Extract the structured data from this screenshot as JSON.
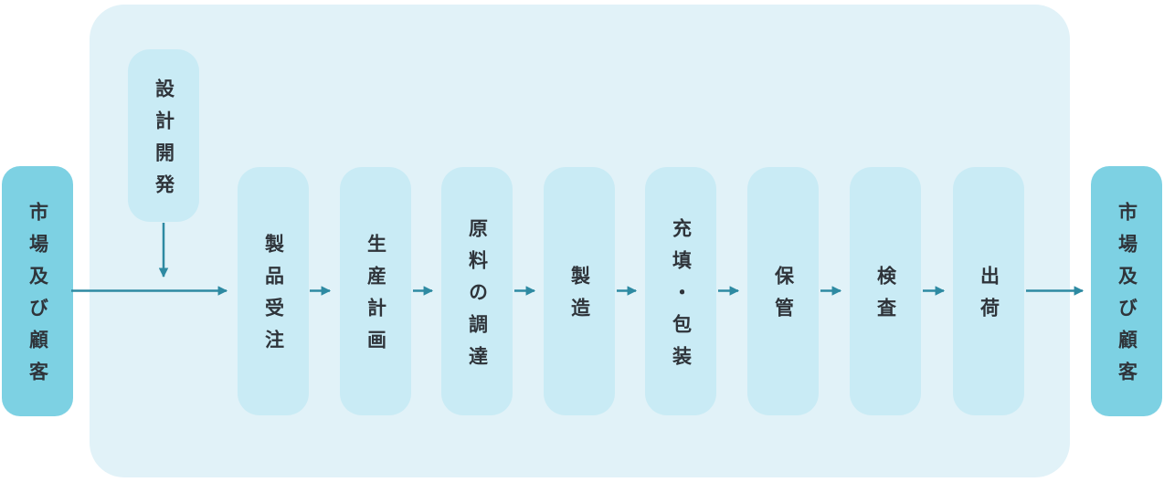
{
  "diagram": {
    "market_left": {
      "label": "市場及び顧客"
    },
    "design": {
      "label": "設計開発"
    },
    "process_nodes": [
      {
        "name": "product-order",
        "label": "製品受注"
      },
      {
        "name": "production-planning",
        "label": "生産計画"
      },
      {
        "name": "raw-material-procurement",
        "label": "原料の調達"
      },
      {
        "name": "manufacturing",
        "label": "製造"
      },
      {
        "name": "filling-packaging",
        "label": "充填・包装"
      },
      {
        "name": "storage",
        "label": "保管"
      },
      {
        "name": "inspection",
        "label": "検査"
      },
      {
        "name": "shipping",
        "label": "出荷"
      }
    ],
    "market_right": {
      "label": "市場及び顧客"
    },
    "colors": {
      "canvas_background": "#e1f2f8",
      "process_box": "#c9ebf5",
      "terminal_box": "#7dd1e3",
      "arrow": "#2e8aa2",
      "text": "#2f343a"
    }
  }
}
